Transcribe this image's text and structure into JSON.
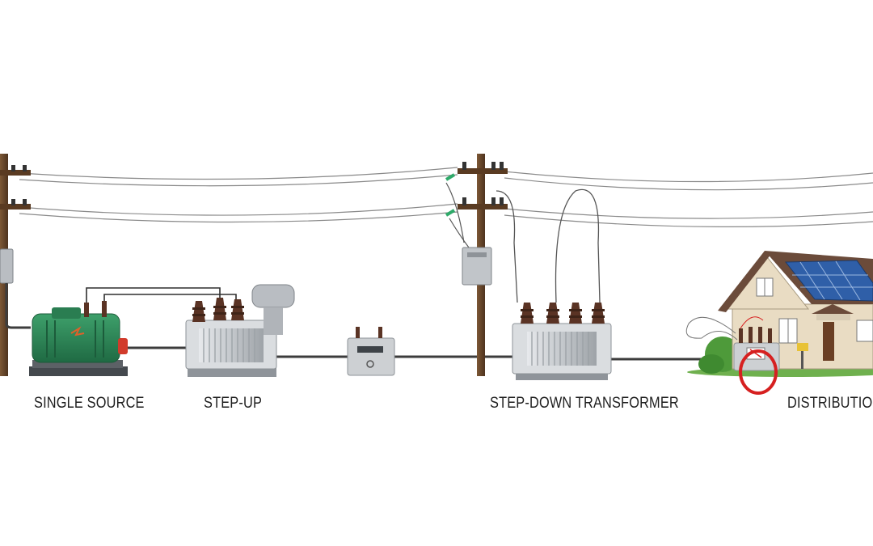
{
  "labels": {
    "source": "SINGLE SOURCE",
    "step_up": "STEP-UP",
    "step_down": "STEP-DOWN TRANSFORMER",
    "distribution": "DISTRIBUTION"
  },
  "colors": {
    "pole": "#6b4a2e",
    "generator": "#2f8a5a",
    "transformer": "#c9ccd0",
    "bushing": "#5a3324",
    "wire": "#555555",
    "ring": "#d62020",
    "roof": "#6b4b3a",
    "house_wall": "#e9dcc3",
    "solar_panel": "#2f5fa8",
    "grass": "#5aa040"
  },
  "icons": [
    "generator-icon",
    "utility-pole-icon",
    "transformer-icon",
    "junction-box-icon",
    "house-icon",
    "solar-panel-icon"
  ]
}
